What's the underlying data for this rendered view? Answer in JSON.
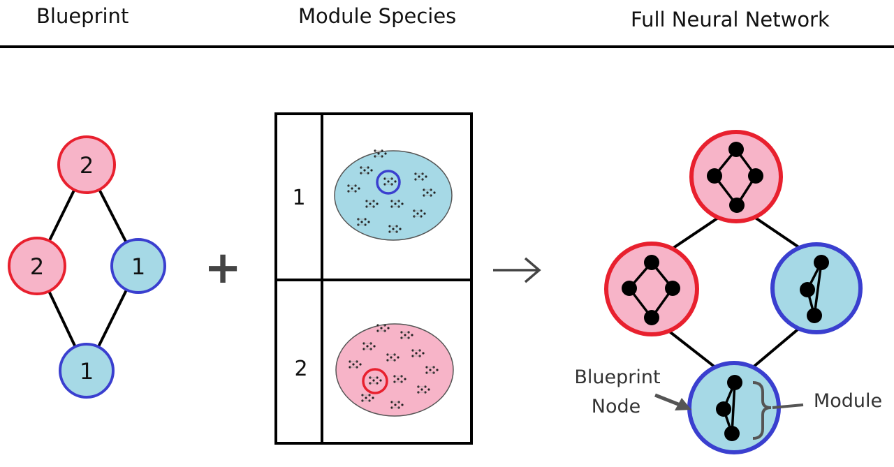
{
  "headers": {
    "blueprint": "Blueprint",
    "module_species": "Module Species",
    "full_network": "Full Neural Network"
  },
  "blueprint_graph": {
    "nodes": [
      {
        "label": "2",
        "color": "pink"
      },
      {
        "label": "2",
        "color": "pink"
      },
      {
        "label": "1",
        "color": "blue"
      },
      {
        "label": "1",
        "color": "blue"
      }
    ]
  },
  "operators": {
    "plus": "+",
    "arrow": "→"
  },
  "species_table": {
    "rows": [
      {
        "label": "1",
        "color": "blue"
      },
      {
        "label": "2",
        "color": "pink"
      }
    ]
  },
  "annotations": {
    "blueprint_node_line1": "Blueprint",
    "blueprint_node_line2": "Node",
    "module": "Module"
  },
  "colors": {
    "pink_fill": "#f7b4c8",
    "pink_stroke": "#e8202e",
    "blue_fill": "#a6d9e6",
    "blue_stroke": "#3a3fcf",
    "arrow_gray": "#555555"
  }
}
